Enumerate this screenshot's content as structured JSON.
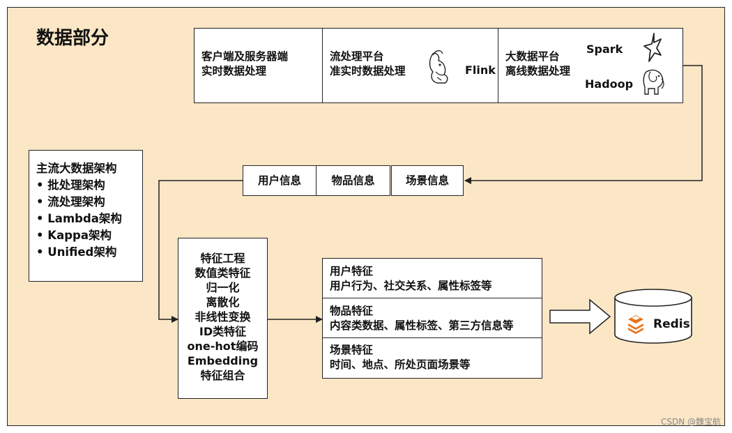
{
  "title": "数据部分",
  "top_boxes": [
    {
      "lines": [
        "客户端及服务器端",
        "实时数据处理"
      ]
    },
    {
      "lines": [
        "流处理平台",
        "准实时数据处理"
      ],
      "logo": "Flink"
    },
    {
      "lines": [
        "大数据平台",
        "离线数据处理"
      ],
      "logos": [
        "Spark",
        "Hadoop"
      ]
    }
  ],
  "architecture": {
    "heading": "主流大数据架构",
    "items": [
      "• 批处理架构",
      "• 流处理架构",
      "• Lambda架构",
      "• Kappa架构",
      "• Unified架构"
    ]
  },
  "info_boxes": [
    "用户信息",
    "物品信息",
    "场景信息"
  ],
  "feature_engineering": [
    "特征工程",
    "数值类特征",
    "归一化",
    "离散化",
    "非线性变换",
    "ID类特征",
    "one-hot编码",
    "Embedding",
    "特征组合"
  ],
  "features": [
    {
      "title": "用户特征",
      "detail": "用户行为、社交关系、属性标签等"
    },
    {
      "title": "物品特征",
      "detail": "内容类数据、属性标签、第三方信息等"
    },
    {
      "title": "场景特征",
      "detail": "时间、地点、所处页面场景等"
    }
  ],
  "storage": "Redis",
  "watermark": "CSDN @魏宝航",
  "icons": {
    "flink": "squirrel-icon",
    "spark": "star-icon",
    "hadoop": "elephant-icon",
    "redis": "redis-stack-icon"
  },
  "colors": {
    "background": "#fbe6c6",
    "redis": "#e8731c"
  }
}
